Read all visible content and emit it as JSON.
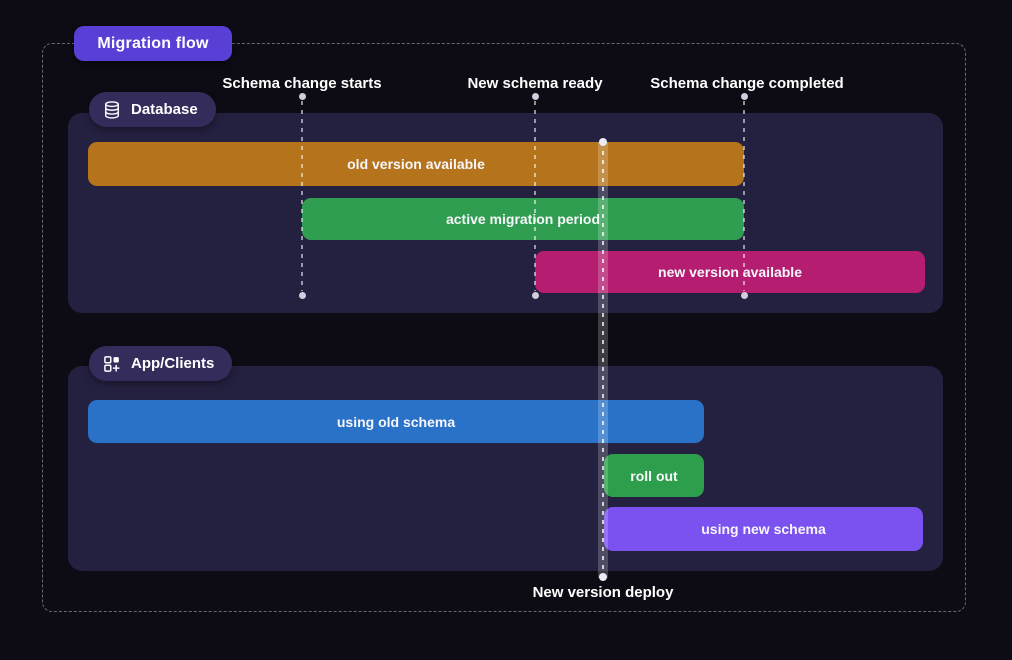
{
  "title_badge": {
    "label": "Migration flow"
  },
  "events": {
    "top": [
      {
        "label": "Schema change starts"
      },
      {
        "label": "New schema ready"
      },
      {
        "label": "Schema change completed"
      }
    ],
    "bottom": {
      "label": "New version deploy"
    }
  },
  "lanes": [
    {
      "badge": "Database",
      "icon": "database-icon",
      "bars": [
        {
          "label": "old version available",
          "color": "#b5731c"
        },
        {
          "label": "active migration period",
          "color": "#2f9e50"
        },
        {
          "label": "new version available",
          "color": "#b51e70"
        }
      ]
    },
    {
      "badge": "App/Clients",
      "icon": "apps-plus-icon",
      "bars": [
        {
          "label": "using old schema",
          "color": "#2a72c8"
        },
        {
          "label": "roll out",
          "color": "#2d9e4c"
        },
        {
          "label": "using new schema",
          "color": "#7b52f0"
        }
      ]
    }
  ],
  "colors": {
    "background": "#0d0c15",
    "panel": "#242040",
    "lane_badge": "#342d5c",
    "title_badge": "#5a3fd6",
    "guide_dot": "#cfcdde"
  }
}
